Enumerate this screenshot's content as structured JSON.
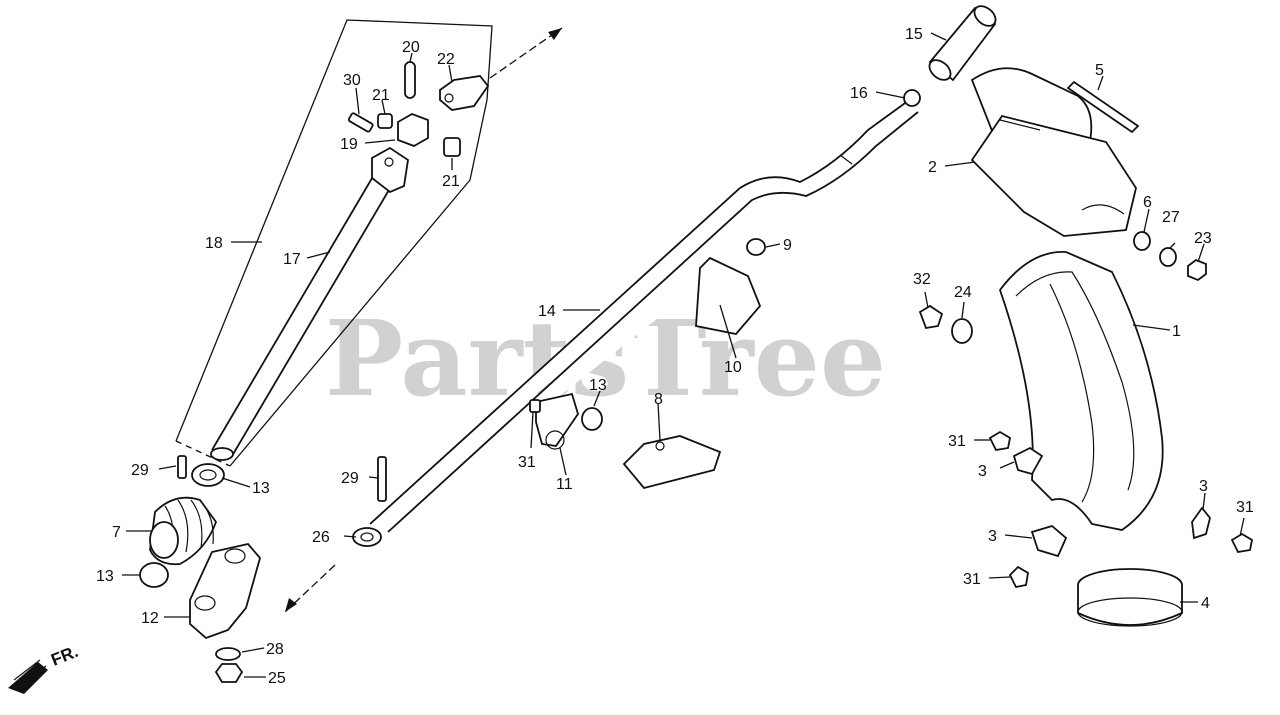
{
  "watermark": "PartsTree",
  "direction_label": "FR.",
  "callouts": [
    "1",
    "2",
    "3",
    "4",
    "5",
    "6",
    "7",
    "8",
    "9",
    "10",
    "11",
    "12",
    "13",
    "14",
    "15",
    "16",
    "17",
    "18",
    "19",
    "20",
    "21",
    "22",
    "23",
    "24",
    "25",
    "26",
    "27",
    "28",
    "29",
    "30",
    "31",
    "32"
  ],
  "repeat_labels": {
    "n3": "3",
    "n13": "13",
    "n21": "21",
    "n29": "29",
    "n31": "31"
  }
}
